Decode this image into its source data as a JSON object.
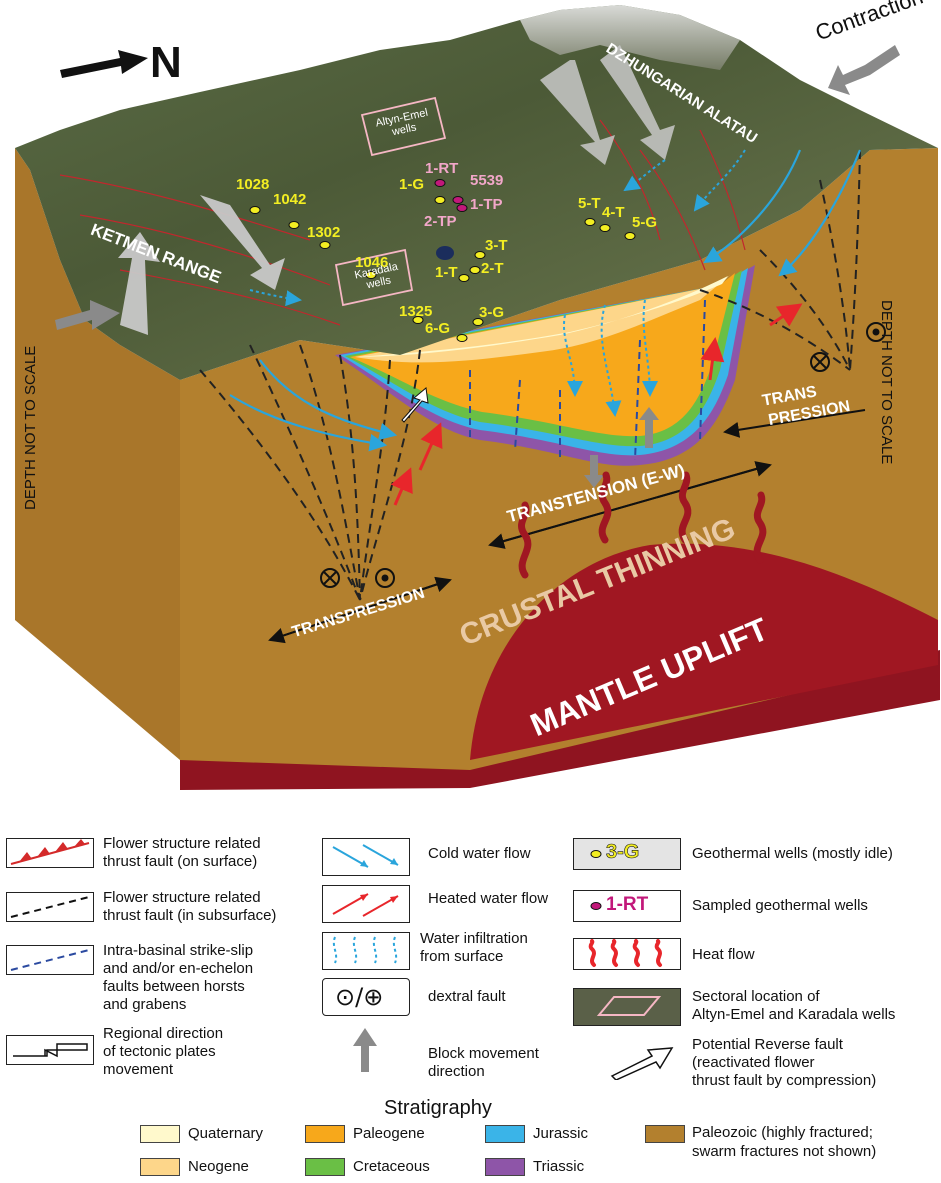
{
  "north_label": "N",
  "contraction_label": "Contraction",
  "ranges": {
    "ketmen": "KETMEN RANGE",
    "dzhungarian": "DZHUNGARIAN ALATAU"
  },
  "depth_left": "DEPTH NOT TO SCALE",
  "depth_right": "DEPTH NOT TO SCALE",
  "well_boxes": {
    "altyn_emel": "Altyn-Emel wells",
    "karadala": "Karadala wells"
  },
  "geothermal_wells": [
    "1028",
    "1042",
    "1302",
    "1046",
    "1325",
    "1-G",
    "3-T",
    "2-T",
    "1-T",
    "3-G",
    "6-G",
    "5-T",
    "4-T",
    "5-G"
  ],
  "sampled_wells": [
    "1-RT",
    "5539",
    "1-TP",
    "2-TP"
  ],
  "processes": {
    "trans_pression_right_1": "TRANS",
    "trans_pression_right_2": "PRESSION",
    "transtension": "TRANSTENSION (E-W)",
    "crustal_thinning": "CRUSTAL THINNING",
    "transpression_left": "TRANSPRESSION",
    "mantle_uplift": "MANTLE UPLIFT"
  },
  "colors": {
    "paleozoic": "#b3802e",
    "mantle": "#a01722",
    "quaternary": "#fff9cc",
    "neogene": "#fdd68a",
    "paleogene": "#f7a81b",
    "jurassic": "#3ab4e8",
    "cretaceous": "#6abf45",
    "triassic": "#8e55a8",
    "cold_water": "#2aa5dc",
    "heated_water": "#e8262b",
    "thrust_red": "#d42a2a",
    "well_yellow": "#f3ee22",
    "well_magenta": "#c2187a"
  },
  "legend": {
    "col1": [
      {
        "text": "Flower structure related\nthrust fault (on surface)"
      },
      {
        "text": "Flower structure related\nthrust fault (in subsurface)"
      },
      {
        "text": "Intra-basinal strike-slip\nand and/or en-echelon\nfaults between horsts\nand grabens"
      },
      {
        "text": "Regional direction\nof tectonic plates\nmovement"
      }
    ],
    "col2": [
      {
        "text": "Cold water flow"
      },
      {
        "text": "Heated water flow"
      },
      {
        "text": "Water infiltration\nfrom surface"
      },
      {
        "text": "dextral fault"
      },
      {
        "text": "Block movement\n direction"
      }
    ],
    "dextral_symbol": "⊙/⊕",
    "col3": [
      {
        "text": "Geothermal wells (mostly idle)",
        "sample": "3-G"
      },
      {
        "text": "Sampled geothermal wells",
        "sample": "1-RT"
      },
      {
        "text": "Heat flow"
      },
      {
        "text": "Sectoral location of\nAltyn-Emel and Karadala wells"
      },
      {
        "text": "Potential Reverse fault\n(reactivated flower\nthrust fault by compression)"
      }
    ],
    "stratigraphy_title": "Stratigraphy",
    "stratigraphy": [
      {
        "name": "Quaternary",
        "color": "#fff9cc"
      },
      {
        "name": "Neogene",
        "color": "#fdd68a"
      },
      {
        "name": "Paleogene",
        "color": "#f7a81b"
      },
      {
        "name": "Cretaceous",
        "color": "#6abf45"
      },
      {
        "name": "Jurassic",
        "color": "#3ab4e8"
      },
      {
        "name": "Triassic",
        "color": "#8e55a8"
      },
      {
        "name": "Paleozoic (highly fractured;\nswarm fractures not shown)",
        "color": "#b3802e"
      }
    ]
  }
}
